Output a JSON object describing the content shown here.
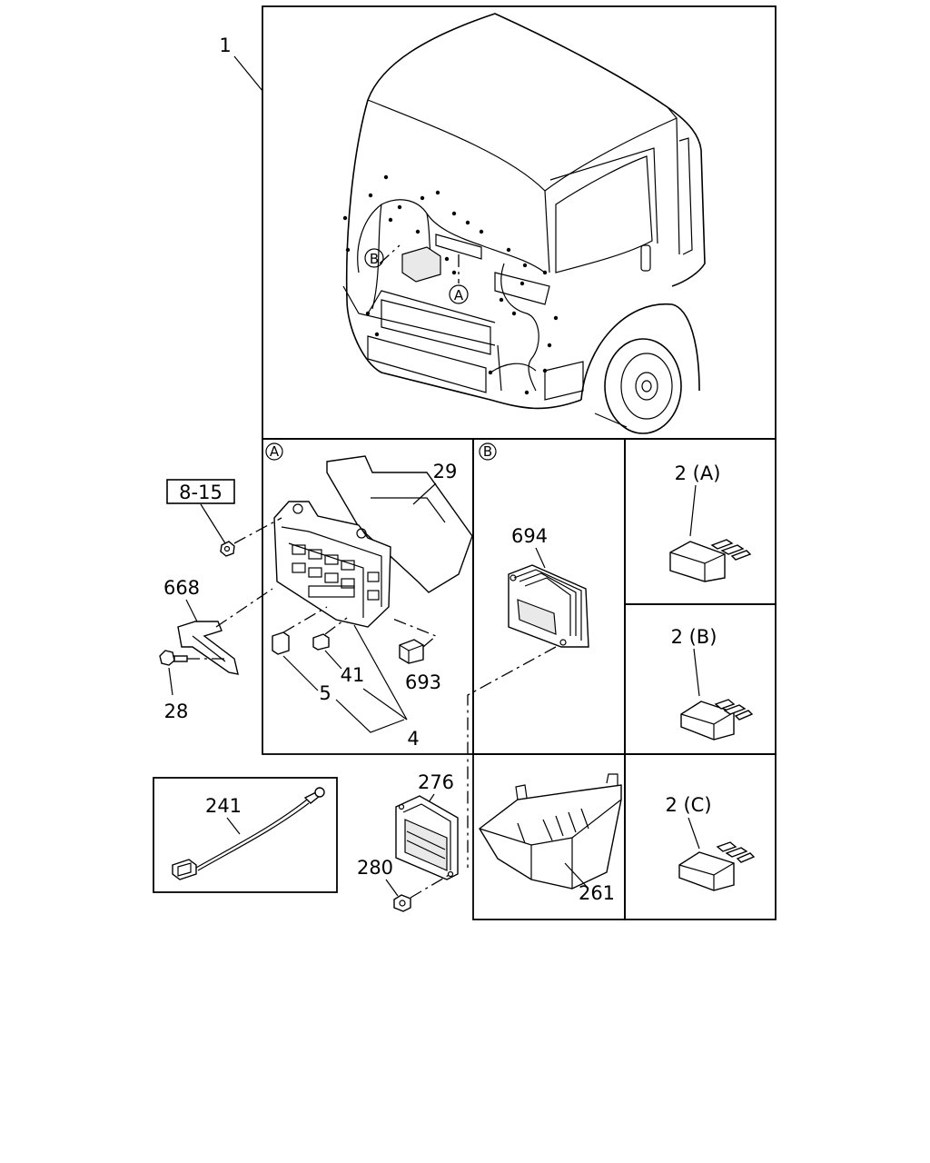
{
  "diagram": {
    "callouts": {
      "assembly": "1",
      "ref_box": "8-15",
      "cover": "29",
      "bracket": "668",
      "bolt": "28",
      "fuse_a": "5",
      "fuse_b": "41",
      "fuse_set": "4",
      "relay_small": "693",
      "ecu": "694",
      "harness": "241",
      "module": "276",
      "nut": "280",
      "tray": "261",
      "relay_a": "2 (A)",
      "relay_b": "2 (B)",
      "relay_c": "2 (C)"
    },
    "markers": {
      "detail_a": "A",
      "detail_b": "B"
    }
  }
}
